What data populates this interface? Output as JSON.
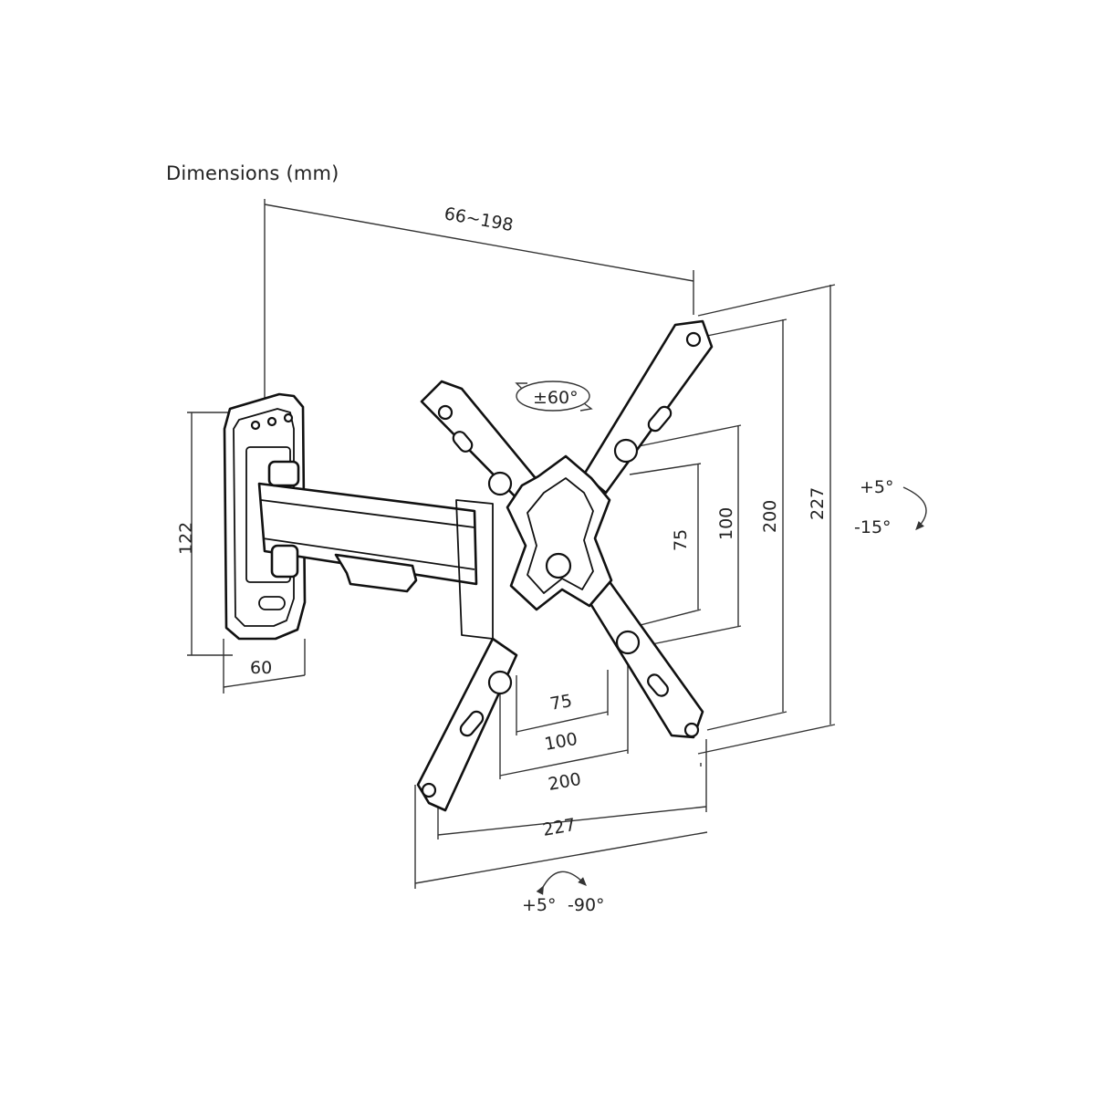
{
  "title": "Dimensions (mm)",
  "dimensions": {
    "extension": "66~198",
    "wall_plate_height": "122",
    "wall_plate_width": "60",
    "vesa_h_75": "75",
    "vesa_h_100": "100",
    "vesa_h_200": "200",
    "vesa_h_227": "227",
    "vesa_v_75": "75",
    "vesa_v_100": "100",
    "vesa_v_200": "200",
    "vesa_v_227": "227"
  },
  "rotation": {
    "rotate": "±60°",
    "tilt_up": "+5°",
    "tilt_down": "-15°",
    "swivel_left": "+5°",
    "swivel_right": "-90°"
  }
}
